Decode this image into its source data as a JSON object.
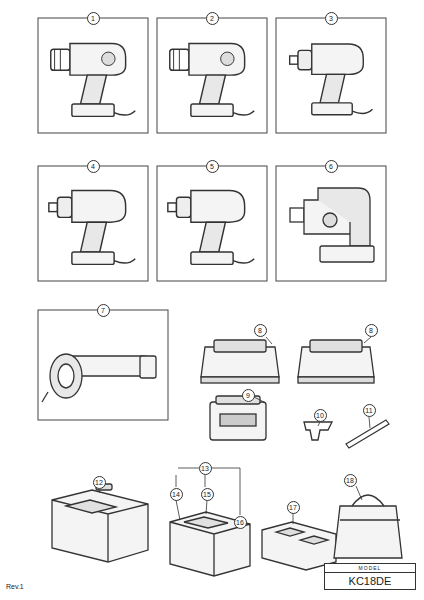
{
  "diagram": {
    "nodes": [
      {
        "text": [
          "1"
        ]
      },
      {
        "text": [
          "2"
        ]
      },
      {
        "text": [
          "3"
        ]
      },
      {
        "text": [
          "4"
        ]
      },
      {
        "text": [
          "5"
        ]
      },
      {
        "text": [
          "6"
        ]
      },
      {
        "text": [
          "7"
        ]
      },
      {
        "text": [
          "8"
        ]
      },
      {
        "text": [
          "8"
        ]
      },
      {
        "text": [
          "9"
        ]
      },
      {
        "text": [
          "10"
        ]
      },
      {
        "text": [
          "11"
        ]
      },
      {
        "text": [
          "12"
        ]
      },
      {
        "text": [
          "13"
        ]
      },
      {
        "text": [
          "14"
        ]
      },
      {
        "text": [
          "15"
        ]
      },
      {
        "text": [
          "16"
        ]
      },
      {
        "text": [
          "17"
        ]
      },
      {
        "text": [
          "18"
        ]
      },
      {
        "text": [
          "MODEL",
          "KC18DE"
        ]
      }
    ],
    "labels": [
      "Rev.1"
    ]
  }
}
